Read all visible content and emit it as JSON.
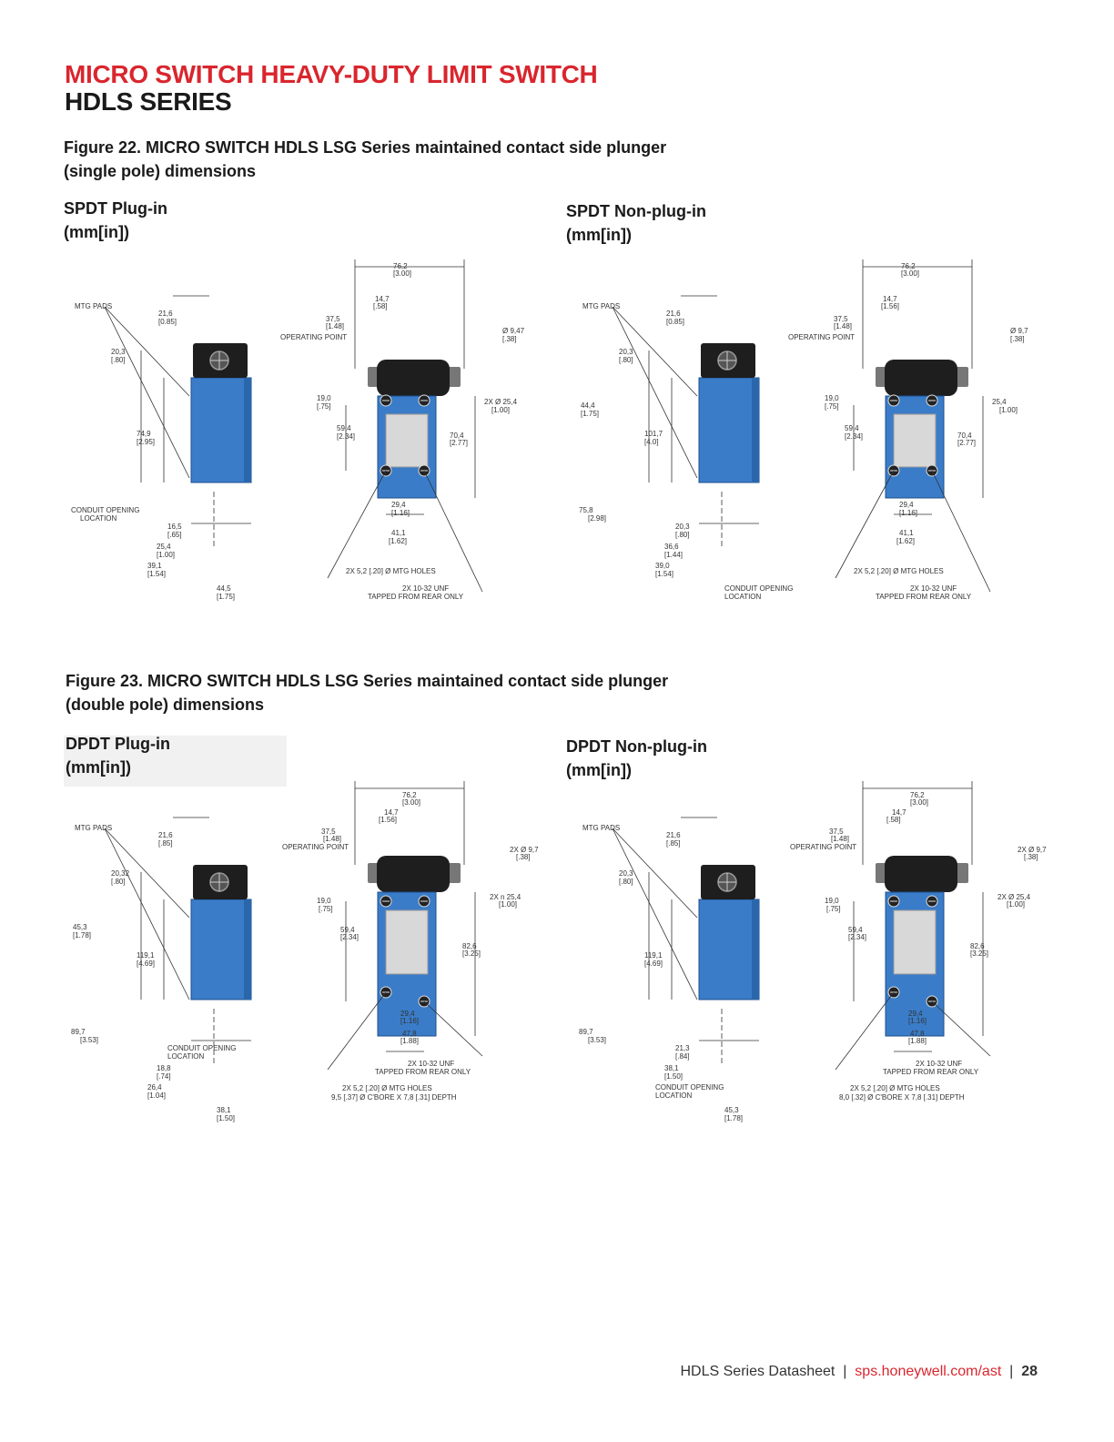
{
  "header": {
    "title_line1": "MICRO SWITCH HEAVY-DUTY LIMIT SWITCH",
    "title_line2": "HDLS SERIES"
  },
  "colors": {
    "brand_red": "#d9262e",
    "switch_blue": "#3a7cc8",
    "actuator_black": "#1e1e1e"
  },
  "figures": [
    {
      "caption_line1": "Figure 22. MICRO SWITCH HDLS LSG Series maintained contact side plunger",
      "caption_line2": "(single pole) dimensions",
      "drawings": [
        {
          "subtitle_line1": "SPDT Plug-in",
          "subtitle_line2": "(mm[in])",
          "side_labels": [
            "MTG PADS",
            "21,6",
            "[0.85]",
            "20,3",
            "[.80]",
            "74,9",
            "[2.95]",
            "CONDUIT OPENING",
            "LOCATION",
            "16,5",
            "[.65]",
            "25,4",
            "[1.00]",
            "39,1",
            "[1.54]",
            "44,5",
            "[1.75]"
          ],
          "front_labels": [
            "76,2",
            "[3.00]",
            "14,7",
            "[.58]",
            "37,5",
            "[1.48]",
            "OPERATING POINT",
            "Ø 9,47",
            "[.38]",
            "2X   Ø 25,4",
            "[1.00]",
            "19,0",
            "[.75]",
            "59,4",
            "[2.34]",
            "70,4",
            "[2.77]",
            "29,4",
            "[1.16]",
            "41,1",
            "[1.62]",
            "2X 5,2 [.20]  Ø MTG HOLES",
            "2X 10-32 UNF",
            "TAPPED FROM REAR ONLY"
          ]
        },
        {
          "subtitle_line1": "SPDT Non-plug-in",
          "subtitle_line2": "(mm[in])",
          "side_labels": [
            "MTG PADS",
            "21,6",
            "[0.85]",
            "20,3",
            "[.80]",
            "101,7",
            "[4.0]",
            "75,8",
            "[2.98]",
            "20,3",
            "[.80]",
            "36,6",
            "[1.44]",
            "39,0",
            "[1.54]",
            "CONDUIT OPENING",
            "LOCATION",
            "44,4",
            "[1.75]"
          ],
          "front_labels": [
            "76,2",
            "[3.00]",
            "14,7",
            "[1.56]",
            "37,5",
            "[1.48]",
            "OPERATING POINT",
            "Ø 9,7",
            "[.38]",
            "25,4",
            "[1.00]",
            "19,0",
            "[.75]",
            "59,4",
            "[2.34]",
            "70,4",
            "[2.77]",
            "29,4",
            "[1.16]",
            "41,1",
            "[1.62]",
            "2X 5,2 [.20]  Ø MTG HOLES",
            "2X 10-32 UNF",
            "TAPPED FROM REAR ONLY"
          ]
        }
      ]
    },
    {
      "caption_line1": "Figure 23. MICRO SWITCH HDLS LSG Series maintained contact side plunger",
      "caption_line2": "(double pole) dimensions",
      "drawings": [
        {
          "subtitle_line1": "DPDT Plug-in",
          "subtitle_line2": "(mm[in])",
          "side_labels": [
            "MTG PADS",
            "21,6",
            "[.85]",
            "20,32",
            "[.80]",
            "119,1",
            "[4.69]",
            "89,7",
            "[3.53]",
            "CONDUIT OPENING",
            "LOCATION",
            "18,8",
            "[.74]",
            "26,4",
            "[1.04]",
            "38,1",
            "[1.50]",
            "45,3",
            "[1.78]"
          ],
          "front_labels": [
            "76,2",
            "[3.00]",
            "14,7",
            "[1.56]",
            "37,5",
            "[1.48]",
            "OPERATING POINT",
            "2X Ø 9,7",
            "[.38]",
            "2X   n 25,4",
            "[1.00]",
            "19,0",
            "[.75]",
            "59,4",
            "[2.34]",
            "82,6",
            "[3.25]",
            "29,4",
            "[1.16]",
            "47,8",
            "[1.88]",
            "2X 10-32 UNF",
            "TAPPED FROM REAR ONLY",
            "2X 5,2 [.20]  Ø MTG HOLES",
            "9,5 [.37] Ø C'BORE  X 7,8 [.31] DEPTH"
          ]
        },
        {
          "subtitle_line1": "DPDT Non-plug-in",
          "subtitle_line2": "(mm[in])",
          "side_labels": [
            "MTG PADS",
            "21,6",
            "[.85]",
            "20,3",
            "[.80]",
            "119,1",
            "[4.69]",
            "89,7",
            "[3.53]",
            "21,3",
            "[.84]",
            "38,1",
            "[1.50]",
            "CONDUIT OPENING",
            "LOCATION",
            "45,3",
            "[1.78]"
          ],
          "front_labels": [
            "76,2",
            "[3.00]",
            "14,7",
            "[.58]",
            "37,5",
            "[1.48]",
            "OPERATING POINT",
            "2X  Ø 9,7",
            "[.38]",
            "2X Ø 25,4",
            "[1.00]",
            "19,0",
            "[.75]",
            "59,4",
            "[2.34]",
            "82,6",
            "[3.25]",
            "29,4",
            "[1.16]",
            "47,8",
            "[1.88]",
            "2X 10-32 UNF",
            "TAPPED FROM REAR ONLY",
            "2X 5,2 [.20]  Ø MTG HOLES",
            "8,0 [.32]  Ø C'BORE  X 7,8 [.31] DEPTH"
          ]
        }
      ]
    }
  ],
  "footer": {
    "doc": "HDLS Series Datasheet",
    "sep": "|",
    "url": "sps.honeywell.com/ast",
    "page": "28"
  }
}
